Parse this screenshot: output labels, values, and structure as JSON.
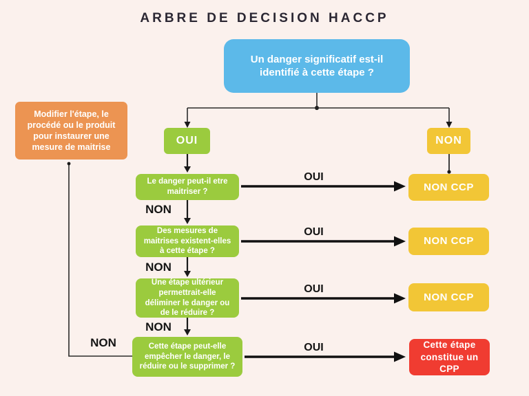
{
  "title": "ARBRE DE DECISION HACCP",
  "root": {
    "question": "Un danger significatif est-il identifié à cette étape ?"
  },
  "modify_action": {
    "text": "Modifier l'étape, le procédé ou le produit pour instaurer une mesure de maitrise"
  },
  "branches": {
    "oui": "OUI",
    "non": "NON",
    "non_result": "NON CCP"
  },
  "rows": [
    {
      "question": "Le danger peut-il etre maitriser ?",
      "answer_yes": "OUI",
      "answer_no": "NON",
      "result": "NON CCP"
    },
    {
      "question": "Des mesures de maitrises existent-elles à cette étape ?",
      "answer_yes": "OUI",
      "answer_no": "NON",
      "result": "NON CCP"
    },
    {
      "question": "Une étape ultérieur permettrait-elle déliminer le danger ou de le réduire ?",
      "answer_yes": "OUI",
      "answer_no": "NON",
      "result": "NON CCP"
    },
    {
      "question": "Cette étape peut-elle empêcher le danger, le réduire ou le supprimer ?",
      "answer_yes": "OUI",
      "answer_no": "NON",
      "result": "Cette étape constitue un CPP"
    }
  ],
  "colors": {
    "background": "#FBF1ED",
    "blue": "#5CB9E9",
    "orange": "#EC9452",
    "green": "#9BCB3E",
    "yellow": "#F2C636",
    "red": "#F03C31",
    "line": "#2a2a2a"
  }
}
